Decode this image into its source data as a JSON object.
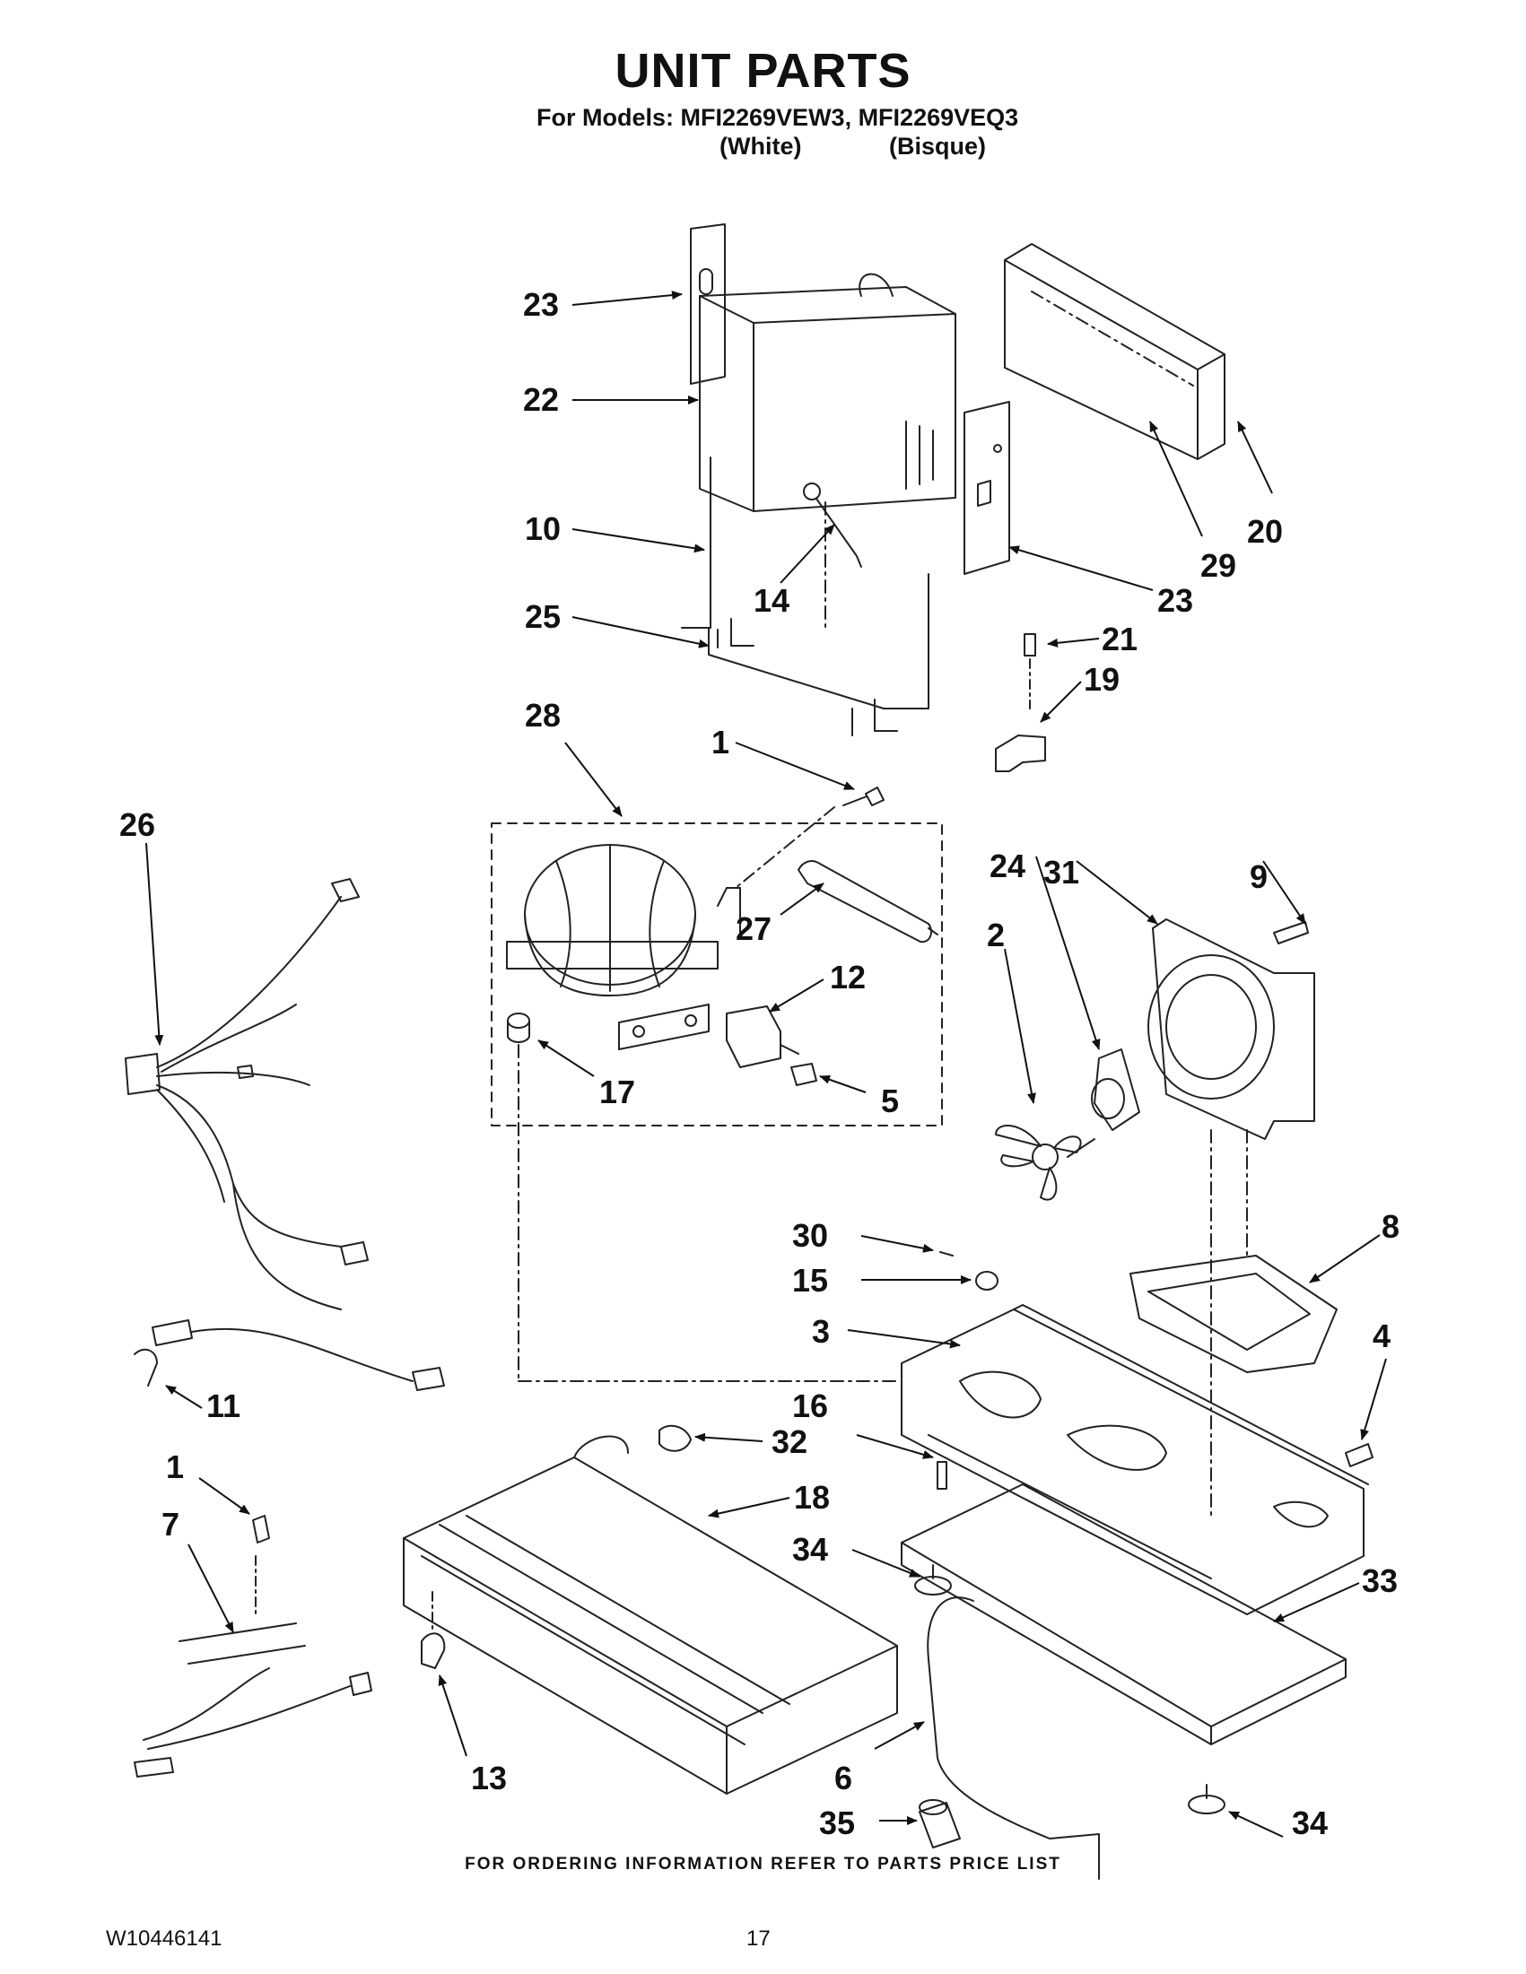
{
  "title": "UNIT PARTS",
  "models_line": "For Models: MFI2269VEW3, MFI2269VEQ3",
  "variants": [
    "(White)",
    "(Bisque)"
  ],
  "callouts": [
    "23",
    "22",
    "10",
    "14",
    "25",
    "23",
    "29",
    "20",
    "21",
    "19",
    "28",
    "1",
    "26",
    "27",
    "12",
    "17",
    "5",
    "31",
    "9",
    "24",
    "2",
    "30",
    "8",
    "15",
    "3",
    "4",
    "11",
    "16",
    "32",
    "1",
    "18",
    "7",
    "34",
    "33",
    "13",
    "6",
    "35",
    "34"
  ],
  "footer": "FOR ORDERING INFORMATION REFER TO PARTS PRICE LIST",
  "doc_number": "W10446141",
  "page_number": "17"
}
